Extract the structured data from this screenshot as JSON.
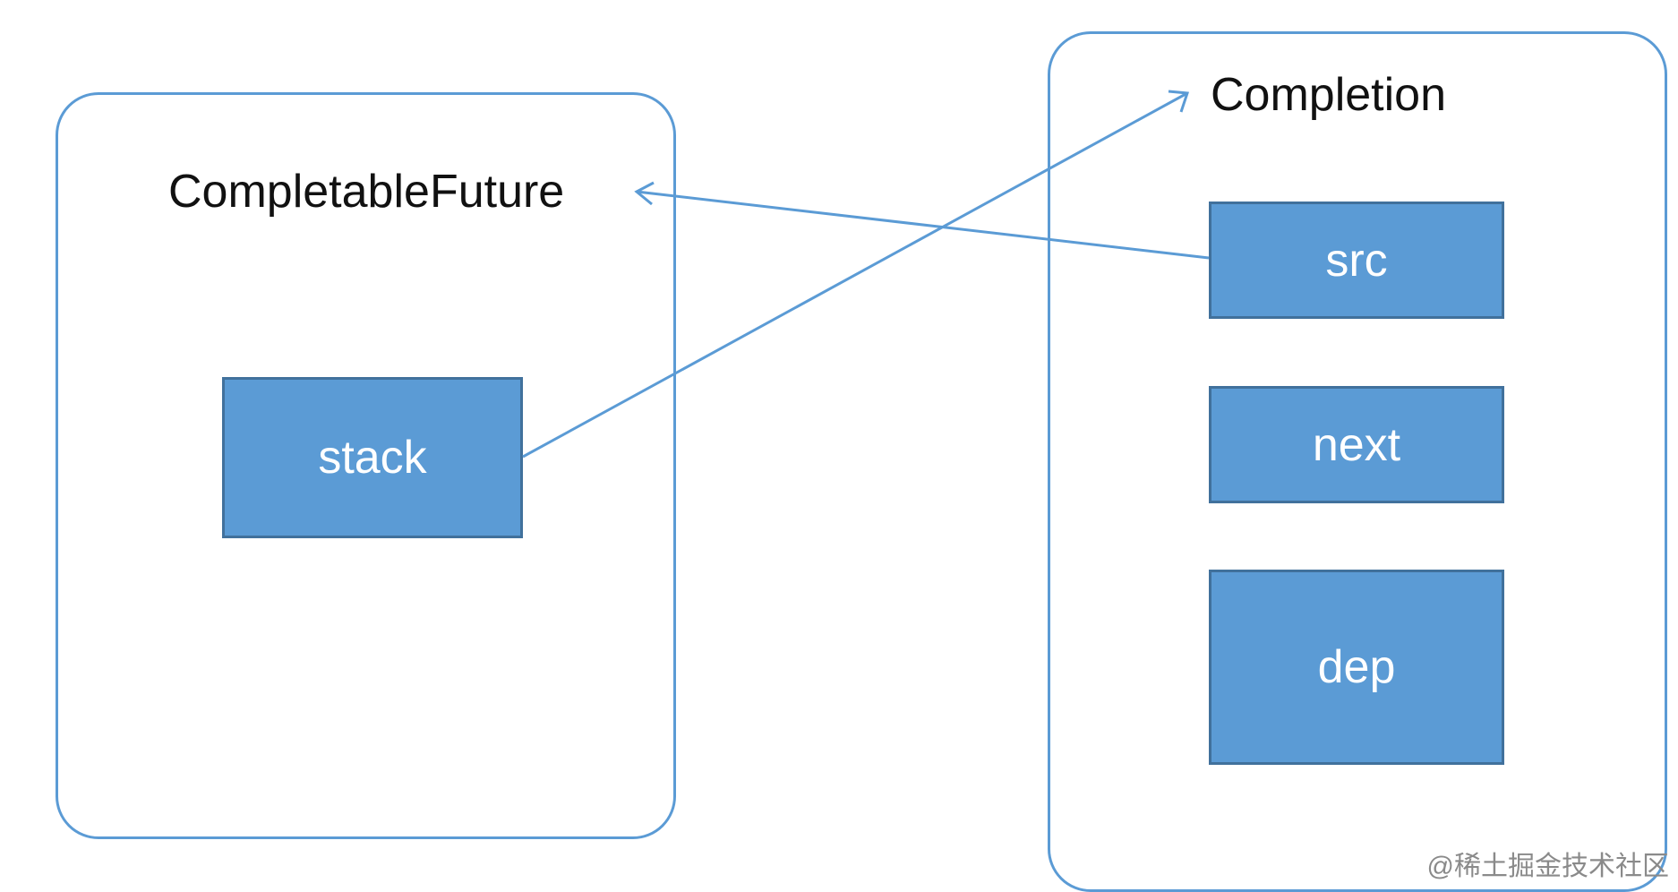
{
  "diagram": {
    "completable_future": {
      "title": "CompletableFuture",
      "fields": {
        "stack": "stack"
      }
    },
    "completion": {
      "title": "Completion",
      "fields": {
        "src": "src",
        "next": "next",
        "dep": "dep"
      }
    },
    "connections": [
      {
        "from": "stack",
        "to": "Completion"
      },
      {
        "from": "src",
        "to": "CompletableFuture"
      }
    ],
    "colors": {
      "field_fill": "#5b9bd5",
      "field_border": "#41719c",
      "container_border": "#5b9bd5",
      "arrow": "#5b9bd5"
    }
  },
  "watermark": "@稀土掘金技术社区"
}
